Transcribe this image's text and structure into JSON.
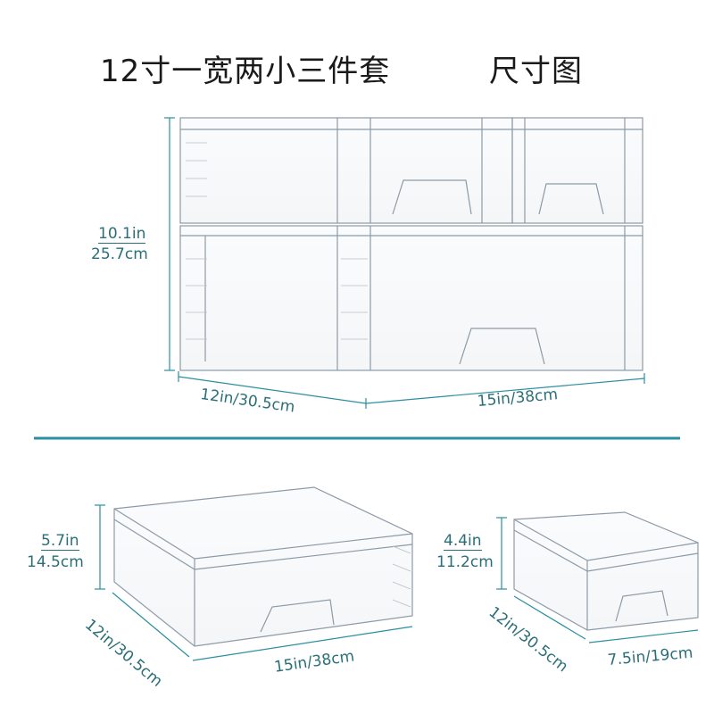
{
  "title": {
    "product": "12寸一宽两小三件套",
    "suffix": "尺寸图"
  },
  "colors": {
    "accent": "#2a8fa0",
    "dimension_text": "#2a6f78",
    "box_edge": "#8d9aa6"
  },
  "top_set": {
    "height_in": "10.1in",
    "height_cm": "25.7cm",
    "depth": "12in/30.5cm",
    "width": "15in/38cm"
  },
  "large_drawer": {
    "height_in": "5.7in",
    "height_cm": "14.5cm",
    "depth": "12in/30.5cm",
    "width": "15in/38cm"
  },
  "small_drawer": {
    "height_in": "4.4in",
    "height_cm": "11.2cm",
    "depth": "12in/30.5cm",
    "width": "7.5in/19cm"
  }
}
